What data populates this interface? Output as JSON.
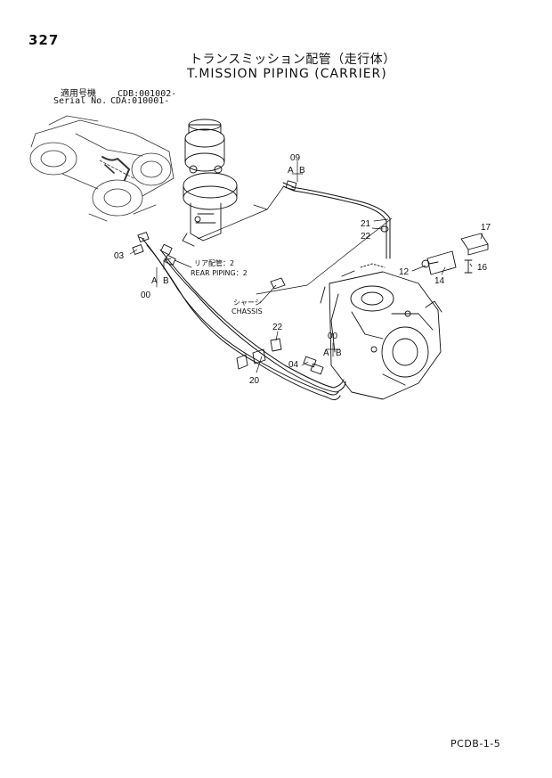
{
  "page": {
    "number": "327",
    "title_jp": "トランスミッション配管（走行体）",
    "title_en": "T.MISSION PIPING (CARRIER)",
    "code": "PCDB-1-5"
  },
  "serial": [
    {
      "label": "適用号機",
      "value": "CDB:001002-"
    },
    {
      "label": "Serial No.",
      "value": "CDA:010001-"
    }
  ],
  "callouts": {
    "c09": "09",
    "c21": "21",
    "c22a": "22",
    "c17": "17",
    "c12": "12",
    "c14": "14",
    "c16": "16",
    "c03": "03",
    "c00a": "00",
    "c00b": "00",
    "c04": "04",
    "c20": "20",
    "c22b": "22",
    "A1": "A",
    "B1": "B",
    "A2": "A",
    "B2": "B",
    "A3": "A",
    "B3": "B"
  },
  "notes": {
    "rear_piping_jp": "リア配管：2",
    "rear_piping_en": "REAR PIPING：2",
    "chassis_jp": "シャーシ",
    "chassis_en": "CHASSIS"
  }
}
